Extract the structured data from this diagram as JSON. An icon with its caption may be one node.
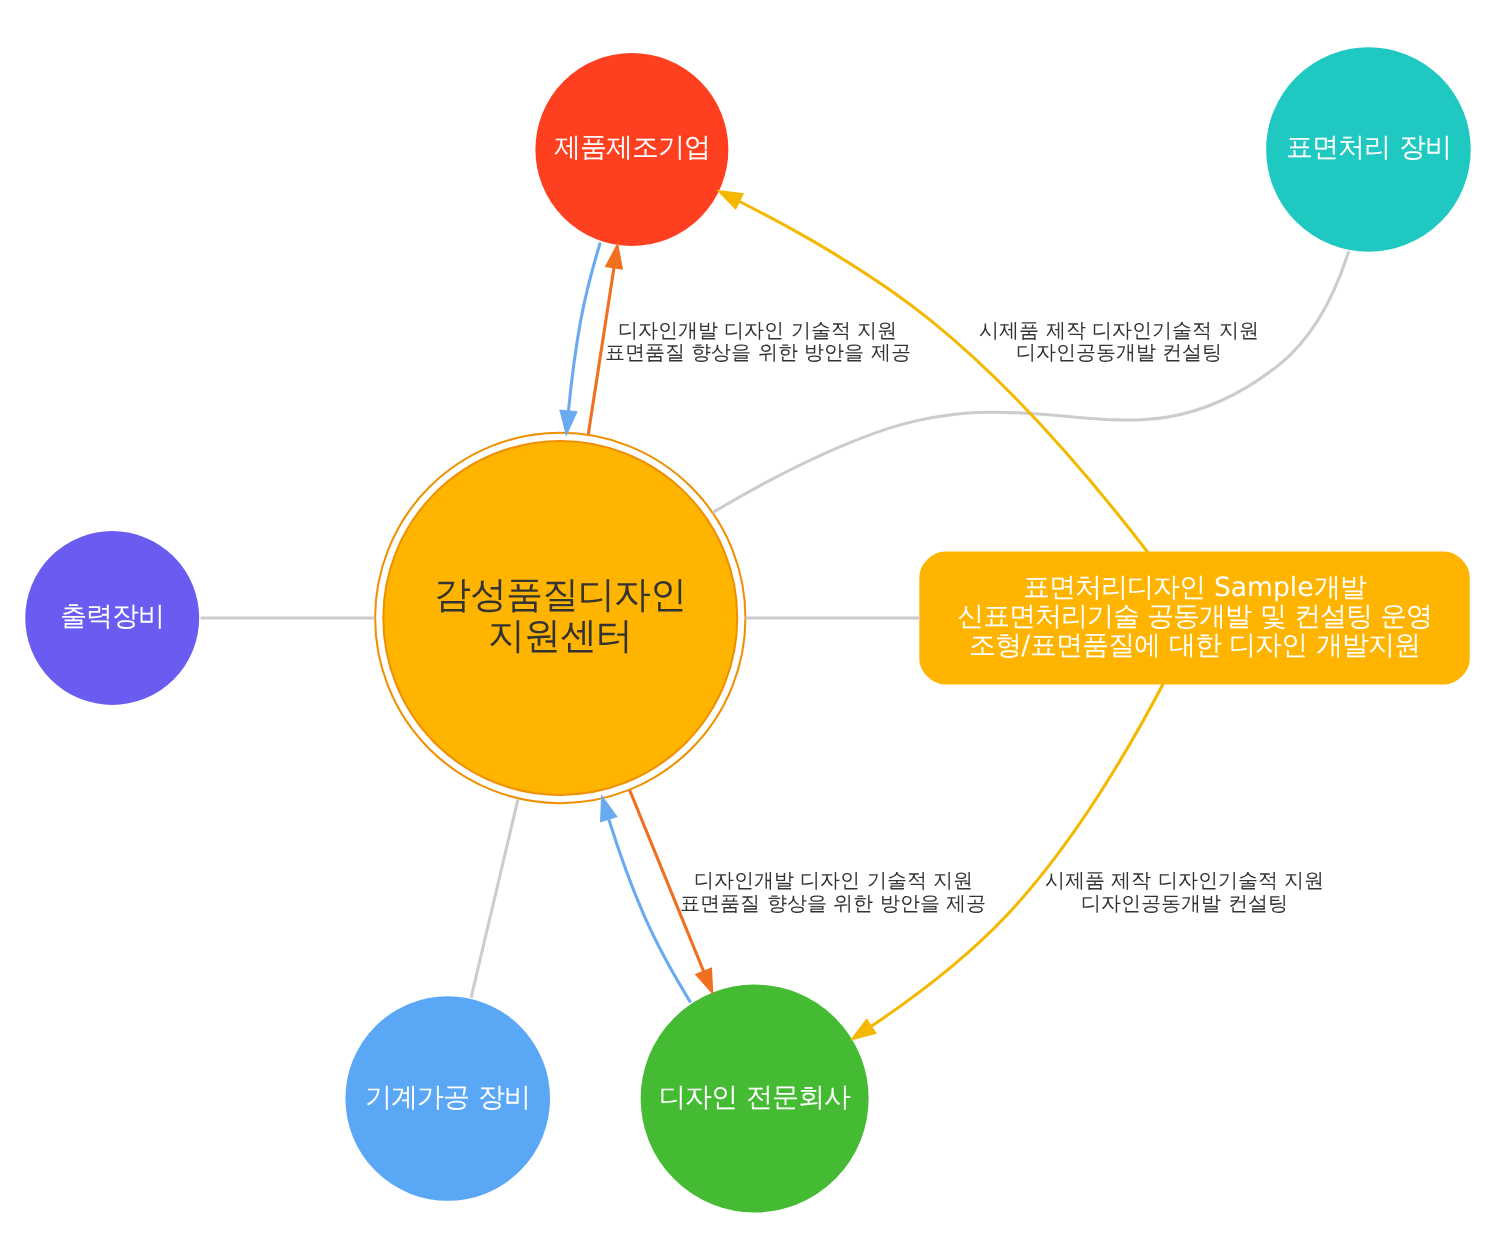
{
  "diagram": {
    "nodes": [
      {
        "text": [
          "제품제조기업"
        ]
      },
      {
        "text": [
          "표면처리 장비"
        ]
      },
      {
        "text": [
          "출력장비"
        ]
      },
      {
        "text": [
          "감성품질디자인 지원센터"
        ]
      },
      {
        "text": [
          "표면처리디자인 Sample개발",
          "신표면처리기술 공동개발 및 컨설팅 운영",
          "조형/표면품질에 대한 디자인 개발지원"
        ]
      },
      {
        "text": [
          "기계가공 장비"
        ]
      },
      {
        "text": [
          "디자인 전문회사"
        ]
      }
    ],
    "edges": [
      {
        "from": 3,
        "to": 0,
        "arrow": "to",
        "color": "#f07020",
        "label": "디자인개발 디자인 기술적 지원 표면품질 향상을 위한 방안을 제공"
      },
      {
        "from": 0,
        "to": 3,
        "arrow": "to",
        "color": "#6aaaf0"
      },
      {
        "from": 3,
        "to": 1,
        "arrow": "none"
      },
      {
        "from": 2,
        "to": 3,
        "arrow": "none"
      },
      {
        "from": 3,
        "to": 4,
        "arrow": "none"
      },
      {
        "from": 3,
        "to": 5,
        "arrow": "none"
      },
      {
        "from": 3,
        "to": 6,
        "arrow": "to",
        "color": "#f07020",
        "label": "디자인개발 디자인 기술적 지원 표면품질 향상을 위한 방안을 제공"
      },
      {
        "from": 6,
        "to": 3,
        "arrow": "to",
        "color": "#6aaaf0"
      },
      {
        "from": 4,
        "to": 0,
        "arrow": "to",
        "color": "#f5b800",
        "label": "시제품 제작 디자인기술적 지원 디자인공동개발 컨설팅"
      },
      {
        "from": 4,
        "to": 6,
        "arrow": "to",
        "color": "#f5b800",
        "label": "시제품 제작 디자인기술적 지원 디자인공동개발 컨설팅"
      }
    ]
  }
}
